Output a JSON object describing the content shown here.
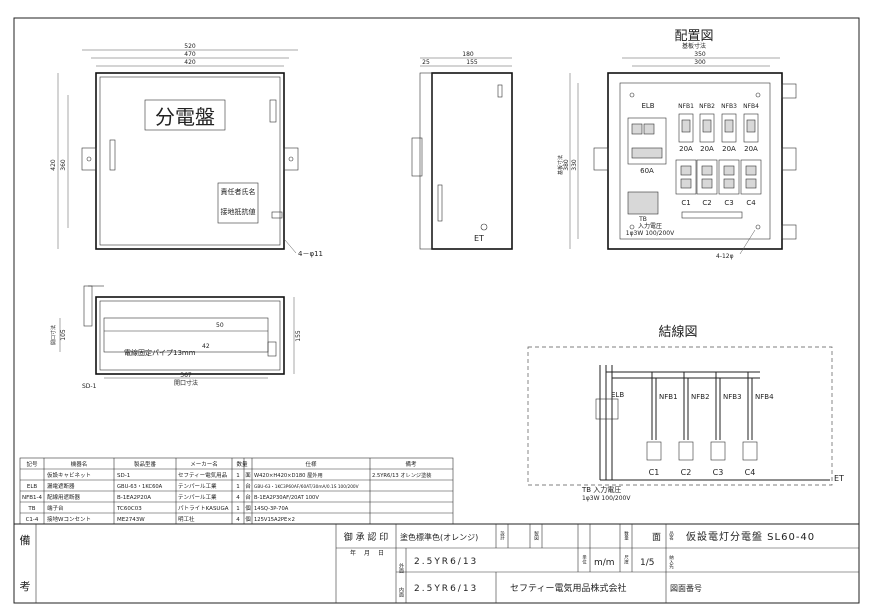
{
  "front_view": {
    "dims_top": [
      "520",
      "470",
      "420"
    ],
    "dims_left": [
      "420",
      "360"
    ],
    "title": "分電盤",
    "label_lines": [
      "責任者氏名",
      "接地抵抗値"
    ],
    "hole_note": "4－φ11"
  },
  "side_view": {
    "dims_top": [
      "180",
      "25",
      "155"
    ],
    "et": "ET"
  },
  "layout_view": {
    "heading": "配置図",
    "note_top": "基板寸法",
    "dims_top": [
      "350",
      "300"
    ],
    "dims_left": [
      "基板寸法",
      "380",
      "330"
    ],
    "breakers": [
      "ELB",
      "NFB1",
      "NFB2",
      "NFB3",
      "NFB4"
    ],
    "ratings": [
      "60A",
      "20A",
      "20A",
      "20A",
      "20A"
    ],
    "outlets": [
      "C1",
      "C2",
      "C3",
      "C4"
    ],
    "tb_lines": [
      "TB",
      "入力電圧",
      "1φ3W 100/200V"
    ],
    "hole_note": "4-12φ"
  },
  "bottom_view": {
    "dims_left": [
      "開口寸法",
      "105"
    ],
    "dim_right": "155",
    "dim_bottom": [
      "367",
      "開口寸法"
    ],
    "label_42": "42",
    "label_50": "50",
    "pipe_note": "電線固定パイプ13mm",
    "part_label": "SD-1"
  },
  "wiring": {
    "heading": "結線図",
    "breakers": [
      "ELB",
      "NFB1",
      "NFB2",
      "NFB3",
      "NFB4"
    ],
    "outlets": [
      "C1",
      "C2",
      "C3",
      "C4"
    ],
    "et": "ET",
    "tb_lines": [
      "TB 入力電圧",
      "1φ3W 100/200V"
    ]
  },
  "parts_table": {
    "headers": [
      "記号",
      "機器名",
      "製品型番",
      "メーカー名",
      "数量",
      "",
      "仕様",
      "備考"
    ],
    "rows": [
      [
        "",
        "仮設キャビネット",
        "SD-1",
        "セフティー電気用品",
        "1",
        "面",
        "W420×H420×D180 屋外用",
        "2.5YR6/13 オレンジ塗装"
      ],
      [
        "ELB",
        "漏電遮断器",
        "GBU-63・1KC60A",
        "テンパール工業",
        "1",
        "台",
        "GBU-63・1KC3P60AF/60AT/30mA/0.1S 100/200V",
        ""
      ],
      [
        "NFB1-4",
        "配線用遮断器",
        "B-1EA2P20A",
        "テンパール工業",
        "4",
        "台",
        "B-1EA2P30AF/20AT 100V",
        ""
      ],
      [
        "TB",
        "端子台",
        "TC60C03",
        "パトライトKASUGA",
        "1",
        "個",
        "14SQ-3P-70A",
        ""
      ],
      [
        "C1-4",
        "接地Wコンセント",
        "ME2743W",
        "明工社",
        "4",
        "個",
        "125V15A2PE×2",
        ""
      ]
    ]
  },
  "title_block": {
    "side_top": "備",
    "side_bottom": "考",
    "approval": "御 承 認 印",
    "date_labels": [
      "年",
      "月",
      "日"
    ],
    "paint_heading": "塗色標準色(オレンジ)",
    "row_labels": [
      "外面",
      "内面"
    ],
    "paint_values": [
      "2.5YR6/13",
      "2.5YR6/13"
    ],
    "col_labels": [
      "設計",
      "製図",
      "数量"
    ],
    "unit_label": "単位",
    "unit": "m/m",
    "scale_label": "尺度",
    "scale": "1/5",
    "quantity_unit": "面",
    "product": "仮設電灯分電盤 SL60-40",
    "company": "セフティー電気用品株式会社",
    "drawing_no_label": "図面番号",
    "checker_labels": [
      "品名",
      "納入先"
    ]
  }
}
